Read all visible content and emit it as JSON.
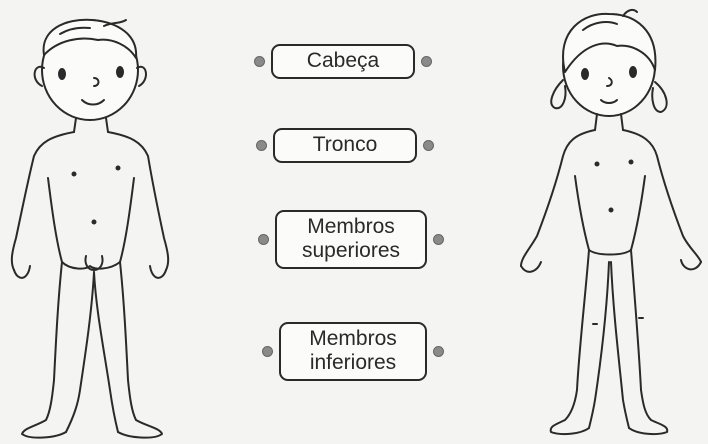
{
  "labels": [
    {
      "lines": [
        "Cabeça"
      ]
    },
    {
      "lines": [
        "Tronco"
      ]
    },
    {
      "lines": [
        "Membros",
        "superiores"
      ]
    },
    {
      "lines": [
        "Membros",
        "inferiores"
      ]
    }
  ],
  "colors": {
    "outline": "#2a2a2a",
    "dot": "#8a8a8a",
    "background": "#f4f4f2"
  },
  "icons": {
    "boy": "boy-body-outline-icon",
    "girl": "girl-body-outline-icon"
  }
}
